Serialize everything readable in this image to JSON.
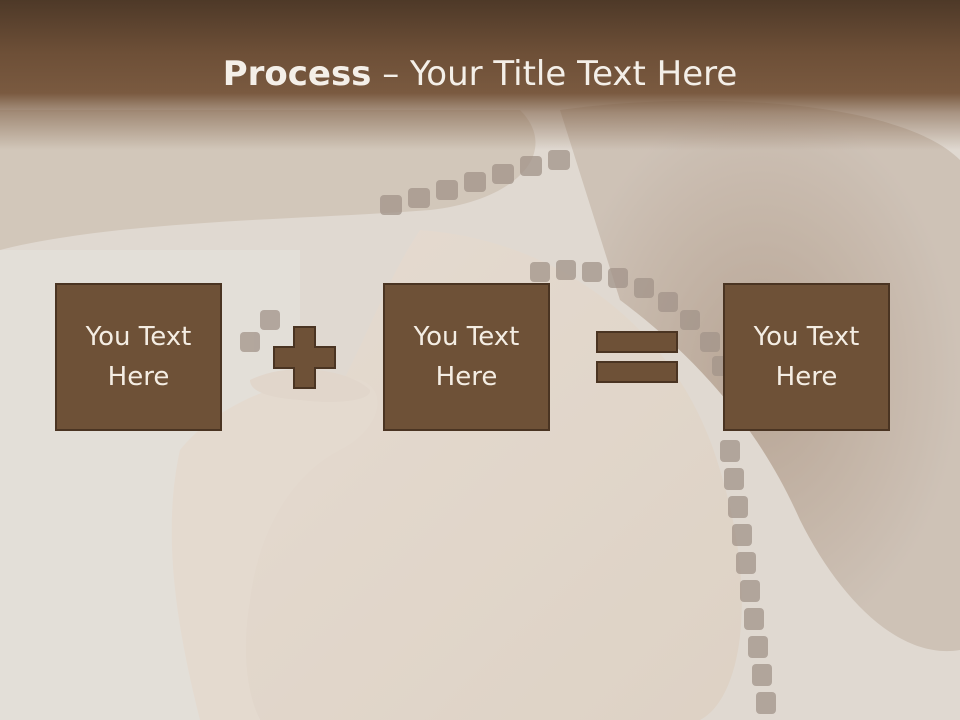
{
  "slide": {
    "title_bold": "Process",
    "title_rest": " – Your Title Text Here"
  },
  "process": {
    "box1_text": "You Text\nHere",
    "box2_text": "You Text\nHere",
    "box3_text": "You Text\nHere",
    "plus_icon": "plus-icon",
    "equals_icon": "equals-icon"
  },
  "colors": {
    "title_bar": "#6d4f37",
    "box_fill": "#6e5137",
    "box_border": "#4a3422",
    "text_light": "#f4ede3"
  }
}
